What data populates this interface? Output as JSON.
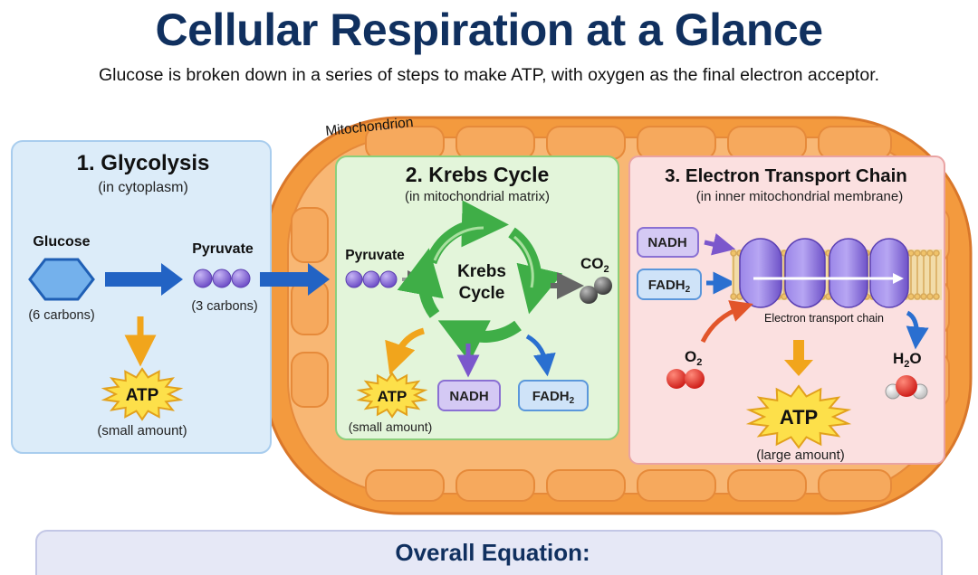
{
  "header": {
    "title": "Cellular Respiration at a Glance",
    "subtitle": "Glucose is broken down in a series of steps to make ATP, with oxygen as the final electron acceptor."
  },
  "mitochondrion_label": "Mitochondrion",
  "glycolysis": {
    "title": "1. Glycolysis",
    "location": "(in cytoplasm)",
    "glucose_label": "Glucose",
    "glucose_note": "(6 carbons)",
    "pyruvate_label": "Pyruvate",
    "pyruvate_note": "(3 carbons)",
    "atp_label": "ATP",
    "atp_note": "(small amount)"
  },
  "krebs": {
    "title": "2. Krebs Cycle",
    "location": "(in mitochondrial matrix)",
    "pyruvate_label": "Pyruvate",
    "cycle_line1": "Krebs",
    "cycle_line2": "Cycle",
    "co2_label": "CO",
    "co2_sub": "2",
    "atp_label": "ATP",
    "atp_note": "(small amount)",
    "nadh_label": "NADH",
    "fadh2_label": "FADH",
    "fadh2_sub": "2"
  },
  "etc": {
    "title": "3. Electron Transport Chain",
    "location": "(in inner mitochondrial membrane)",
    "nadh_label": "NADH",
    "fadh2_label": "FADH",
    "fadh2_sub": "2",
    "chain_label": "Electron transport chain",
    "o2_label": "O",
    "o2_sub": "2",
    "h2o_label_h": "H",
    "h2o_sub": "2",
    "h2o_label_o": "O",
    "atp_label": "ATP",
    "atp_note": "(large amount)"
  },
  "equation": {
    "title": "Overall Equation:"
  },
  "colors": {
    "title": "#10305f",
    "glycolysis_bg": "#dcecf9",
    "krebs_bg": "#e3f5da",
    "etc_bg": "#fbe0e0",
    "mito_outer": "#f39a3e",
    "mito_inner": "#f8b774",
    "arrow_blue": "#1f62c8",
    "arrow_gold": "#f1a51c",
    "cycle_green": "#3fae47",
    "purple": "#8c6fd6",
    "atp_yellow": "#fde04a"
  }
}
